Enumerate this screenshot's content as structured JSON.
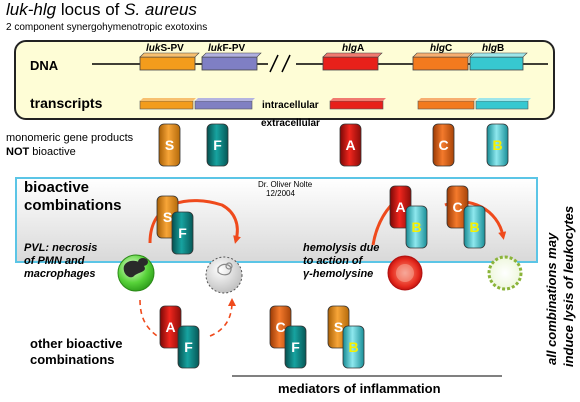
{
  "header": {
    "title_italic": "luk-hlg",
    "title_mid": " locus of ",
    "title_species": "S. aureus",
    "subtitle": "2 component synergohymenotropic exotoxins"
  },
  "dna_panel": {
    "dna_label": "DNA",
    "transcripts_label": "transcripts",
    "intracellular_label": "intracellular",
    "extracellular_label": "extracellular",
    "genes": [
      {
        "prefix": "luk",
        "suffix": "S-PV",
        "color": "#f39c1c"
      },
      {
        "prefix": "luk",
        "suffix": "F-PV",
        "color": "#7f7fc4"
      },
      {
        "prefix": "hlg",
        "suffix": "A",
        "color": "#e8201a"
      },
      {
        "prefix": "hlg",
        "suffix": "C",
        "color": "#f37a1e"
      },
      {
        "prefix": "hlg",
        "suffix": "B",
        "color": "#37c8d0"
      }
    ]
  },
  "monomeric": {
    "line1": "monomeric gene products",
    "line2_bold": "NOT",
    "line2_rest": " bioactive",
    "components": [
      "S",
      "F",
      "A",
      "C",
      "B"
    ]
  },
  "bioactive": {
    "label_line1": "bioactive",
    "label_line2": "combinations",
    "author_line1": "Dr. Oliver Nolte",
    "author_line2": "12/2004",
    "pvl_line1": "PVL: necrosis",
    "pvl_line2": "of PMN and",
    "pvl_line3": "macrophages",
    "hemo_line1": "hemolysis due",
    "hemo_line2": "to action of",
    "hemo_line3": "γ-hemolysine"
  },
  "other": {
    "label_line1": "other bioactive",
    "label_line2": "combinations",
    "mediators_label": "mediators of inflammation"
  },
  "side_note": {
    "line1": "all combinations may",
    "line2": "induce lysis of leukocytes"
  },
  "colors": {
    "S": "#e6901a",
    "F": "#0e8a88",
    "A": "#d81814",
    "C": "#e8641a",
    "B": "#39c3cf",
    "arrow": "#f0501e",
    "dna_bg": "#fefdd6",
    "box_border": "#5bc5e6"
  }
}
